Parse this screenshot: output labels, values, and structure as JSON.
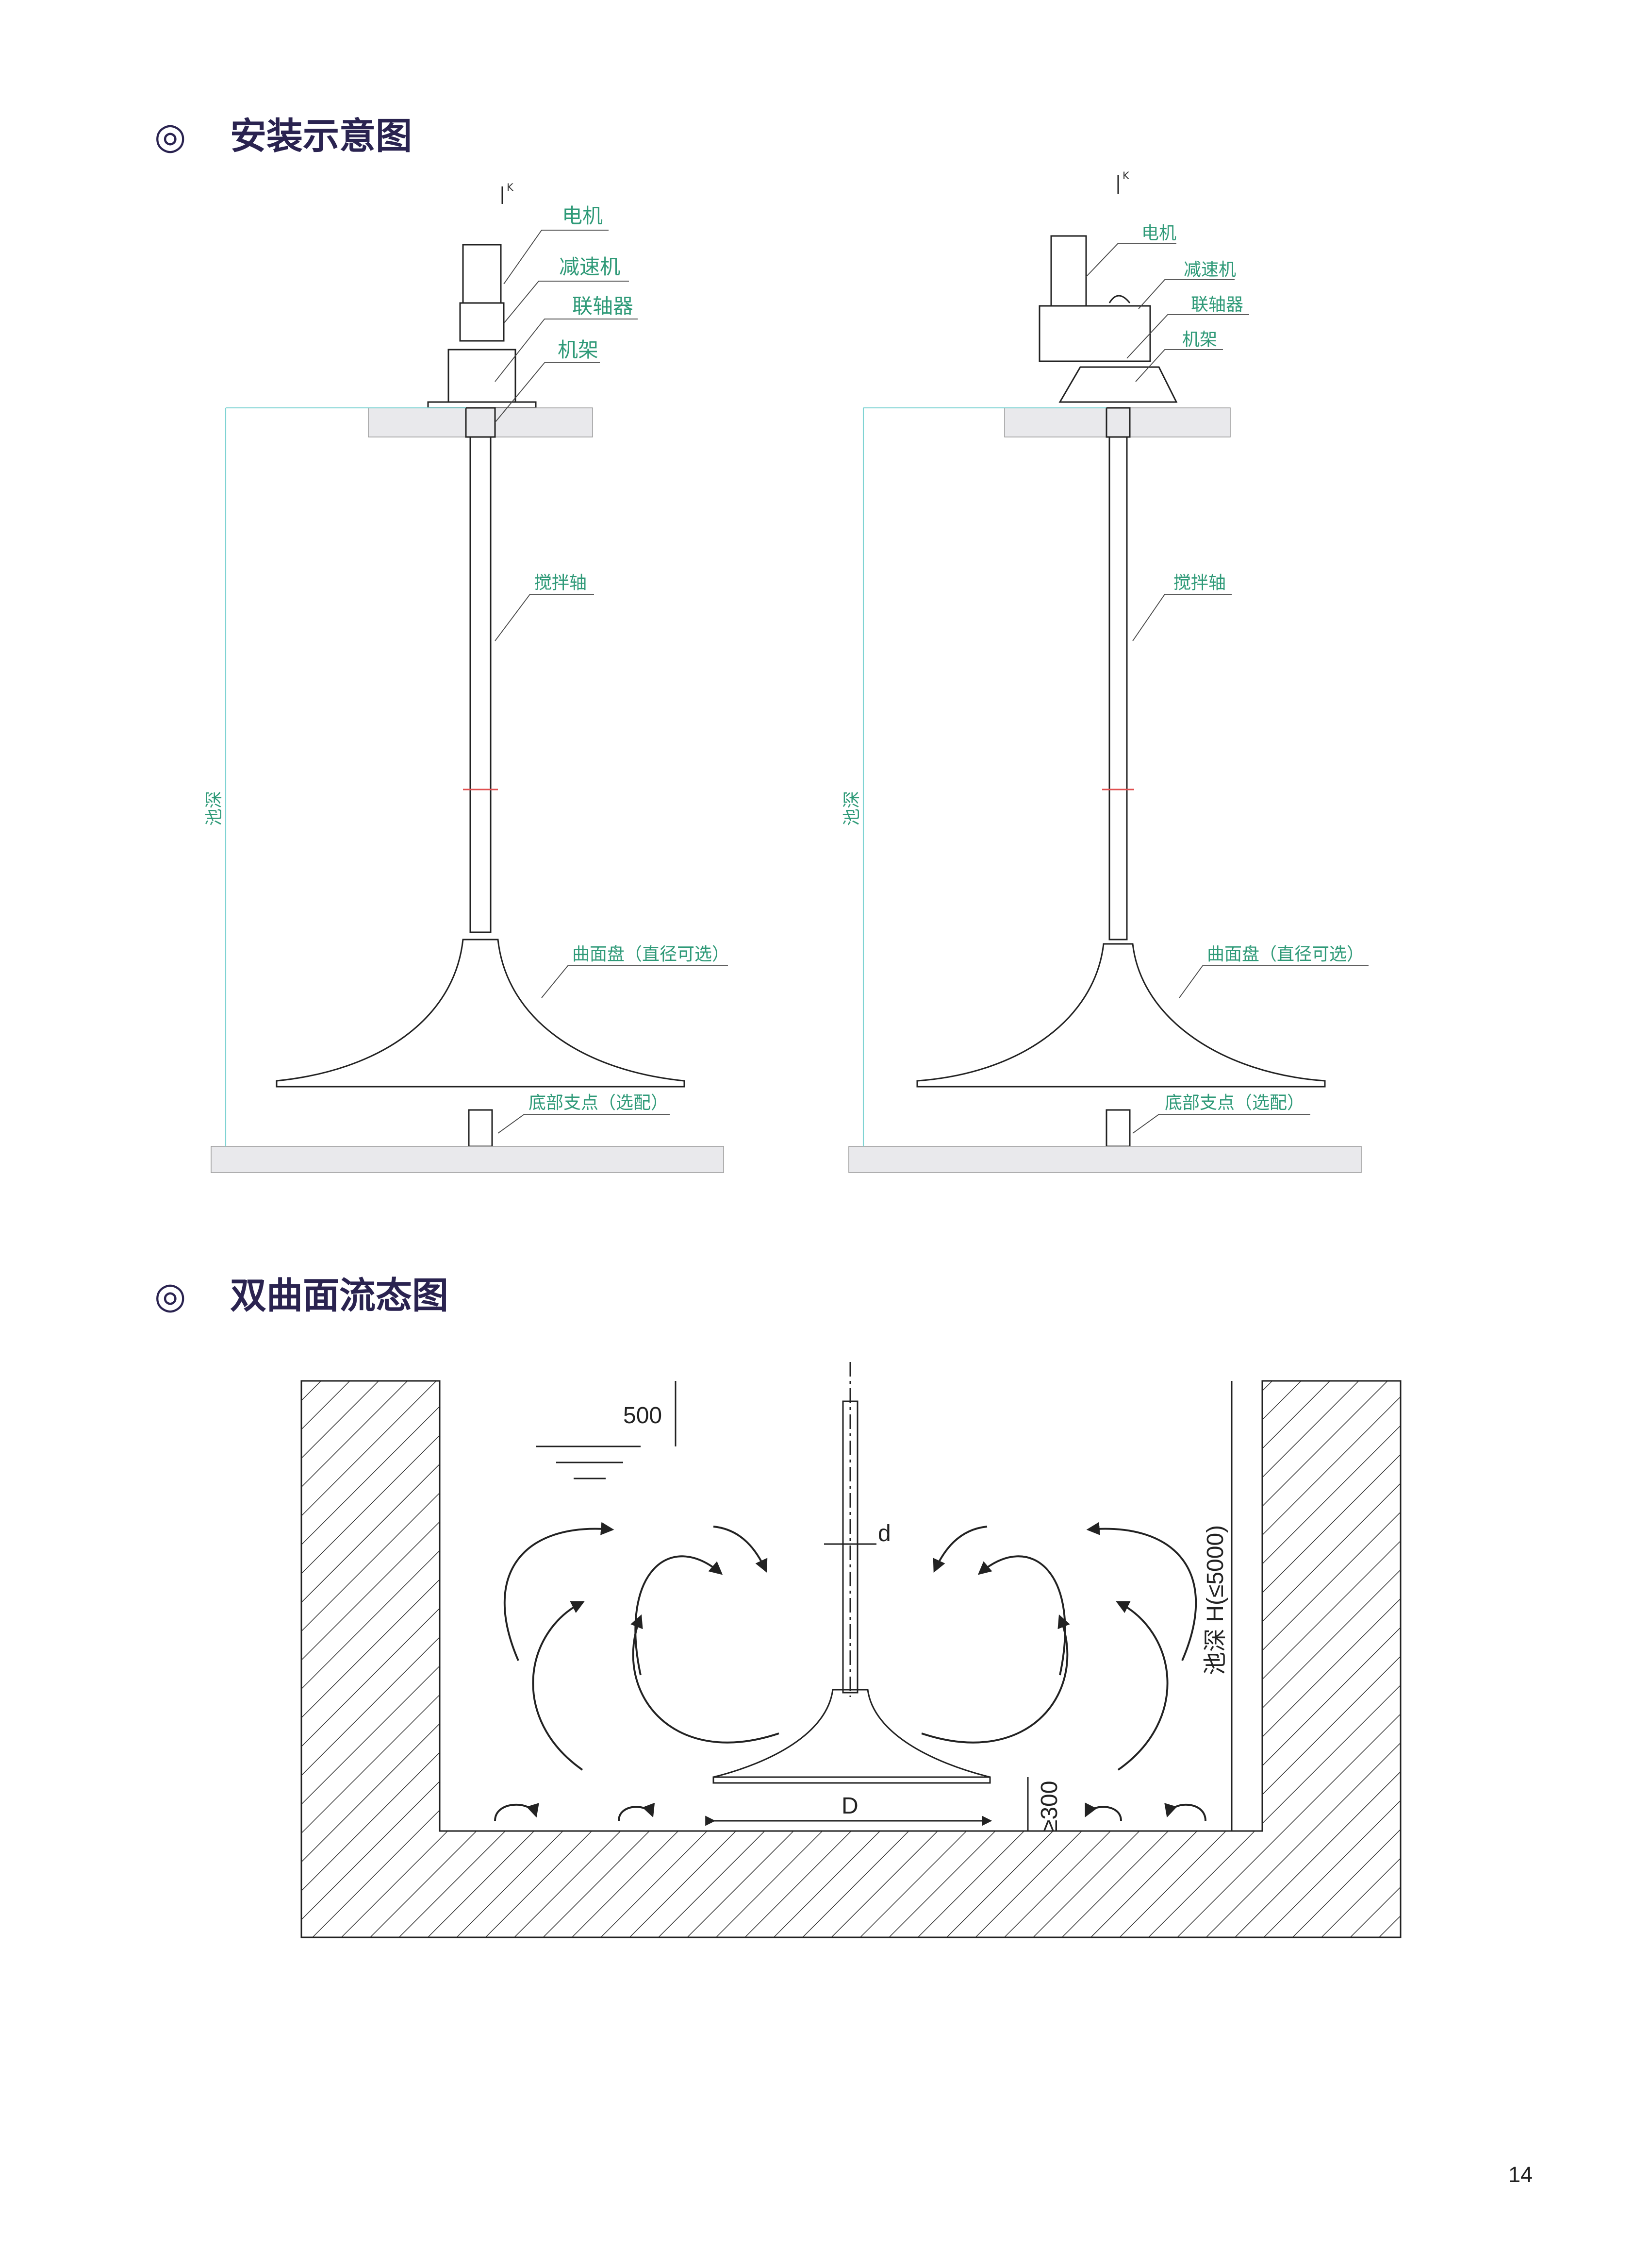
{
  "sections": [
    {
      "marker": "◎",
      "title": "安装示意图"
    },
    {
      "marker": "◎",
      "title": "双曲面流态图"
    }
  ],
  "install_left": {
    "view_mark": "K",
    "labels": {
      "motor": "电机",
      "reducer": "减速机",
      "coupling": "联轴器",
      "frame": "机架",
      "shaft": "搅拌轴",
      "disc": "曲面盘（直径可选）",
      "support": "底部支点（选配）",
      "depth": "池深"
    }
  },
  "install_right": {
    "view_mark": "K",
    "labels": {
      "motor": "电机",
      "reducer": "减速机",
      "coupling": "联轴器",
      "frame": "机架",
      "shaft": "搅拌轴",
      "disc": "曲面盘（直径可选）",
      "support": "底部支点（选配）",
      "depth": "池深"
    }
  },
  "flow_diagram": {
    "top_clearance": "500",
    "shaft_dia": "d",
    "disc_dia": "D",
    "bottom_clearance": "≥300",
    "depth": "池深 H(≤5000)"
  },
  "page_number": "14"
}
